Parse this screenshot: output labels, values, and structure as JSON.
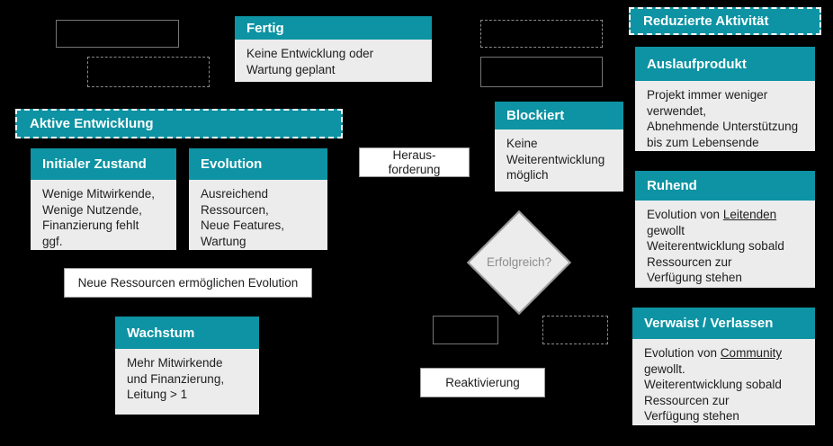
{
  "colors": {
    "background": "#000000",
    "teal": "#0d93a3",
    "box_body_gray": "#ececec",
    "white_label_bg": "#ffffff"
  },
  "groups": {
    "active_development": {
      "label": "Aktive Entwicklung"
    },
    "reduced_activity": {
      "label": "Reduzierte Aktivität"
    }
  },
  "states": {
    "fertig": {
      "title": "Fertig",
      "body": "Keine Entwicklung oder\nWartung geplant"
    },
    "initialer_zustand": {
      "title": "Initialer Zustand",
      "body": "Wenige Mitwirkende,\nWenige Nutzende,\nFinanzierung fehlt\nggf."
    },
    "evolution": {
      "title": "Evolution",
      "body": "Ausreichend\nRessourcen,\nNeue Features,\nWartung"
    },
    "wachstum": {
      "title": "Wachstum",
      "body": "Mehr Mitwirkende\nund Finanzierung,\nLeitung > 1"
    },
    "blockiert": {
      "title": "Blockiert",
      "body": "Keine\nWeiterentwicklung\nmöglich"
    },
    "auslaufprodukt": {
      "title": "Auslaufprodukt",
      "body": "Projekt immer weniger\nverwendet,\nAbnehmende Unterstützung\nbis zum Lebensende"
    },
    "ruhend": {
      "title": "Ruhend",
      "body_prefix": "Evolution von ",
      "body_underlined": "Leitenden",
      "body_rest": "gewollt\nWeiterentwicklung sobald\nRessourcen zur\nVerfügung stehen"
    },
    "verwaist": {
      "title": "Verwaist / Verlassen",
      "body_prefix": "Evolution von ",
      "body_underlined": "Community",
      "body_rest": "gewollt.\nWeiterentwicklung sobald\nRessourcen zur\nVerfügung stehen"
    }
  },
  "edge_labels": {
    "herausforderung": "Heraus-\nforderung",
    "neue_ressourcen": "Neue Ressourcen ermöglichen Evolution",
    "reaktivierung": "Reaktivierung"
  },
  "decision": {
    "erfolgreich": "Erfolgreich?"
  }
}
